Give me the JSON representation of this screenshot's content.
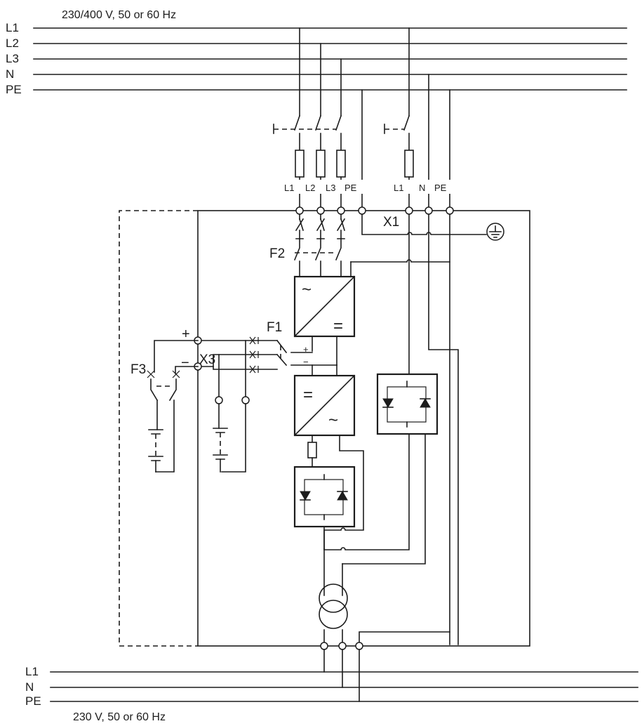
{
  "supply_top": {
    "label": "230/400 V, 50 or 60 Hz",
    "buses": [
      "L1",
      "L2",
      "L3",
      "N",
      "PE"
    ]
  },
  "supply_bottom": {
    "label": "230 V, 50 or 60 Hz",
    "buses": [
      "L1",
      "N",
      "PE"
    ]
  },
  "terminals": {
    "rectifier_feed": [
      "L1",
      "L2",
      "L3",
      "PE"
    ],
    "bypass_feed": [
      "L1",
      "N",
      "PE"
    ]
  },
  "components": {
    "x1": "X1",
    "x3": "X3",
    "f1": "F1",
    "f2": "F2",
    "f3": "F3",
    "dc_plus": "+",
    "dc_minus": "−",
    "f1_plus": "+",
    "f1_minus": "−",
    "rectifier_ac": "~",
    "rectifier_dc": "=",
    "inverter_dc": "=",
    "inverter_ac": "~"
  },
  "icons": [
    "ground-icon",
    "transformer-icon",
    "static-switch-icon",
    "fuse-icon",
    "disconnector-icon",
    "battery-icon"
  ]
}
